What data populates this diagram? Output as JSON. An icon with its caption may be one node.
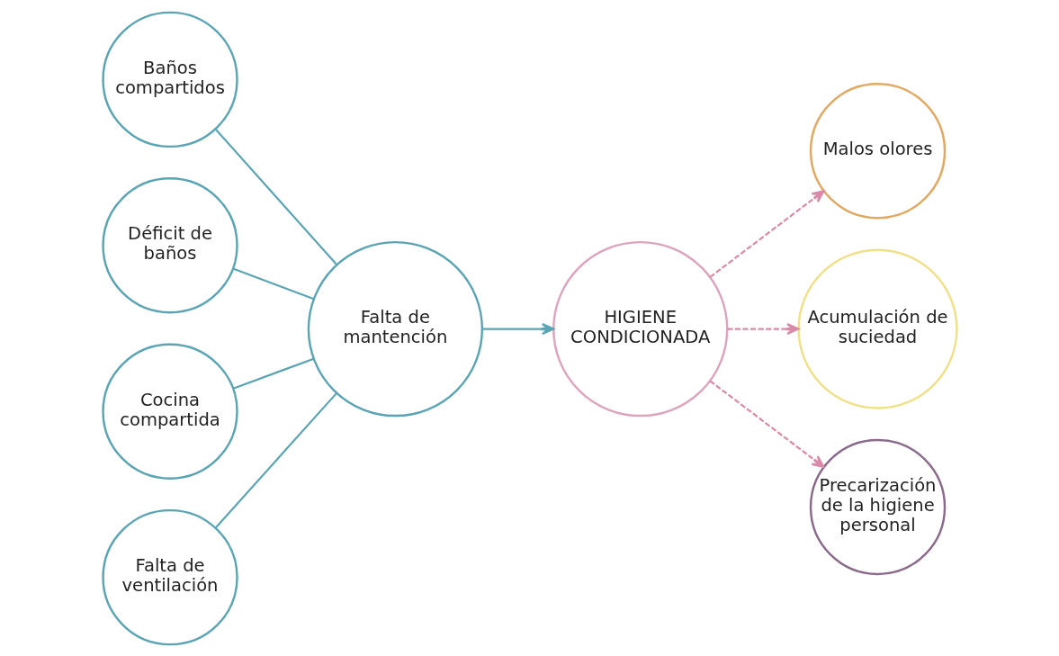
{
  "diagram": {
    "nodes": [
      {
        "text": [
          "Baños compartidos"
        ]
      },
      {
        "text": [
          "Déficit de baños"
        ]
      },
      {
        "text": [
          "Falta de mantención"
        ]
      },
      {
        "text": [
          "Cocina compartida"
        ]
      },
      {
        "text": [
          "Falta de ventilación"
        ]
      },
      {
        "text": [
          "HIGIENE CONDICIONADA"
        ]
      },
      {
        "text": [
          "Malos olores"
        ]
      },
      {
        "text": [
          "Acumulación de suciedad"
        ]
      },
      {
        "text": [
          "Precarización de la higiene personal"
        ]
      }
    ],
    "edges": [
      {
        "from": 0,
        "to": 2,
        "arrow": "none"
      },
      {
        "from": 1,
        "to": 2,
        "arrow": "none"
      },
      {
        "from": 3,
        "to": 2,
        "arrow": "none"
      },
      {
        "from": 4,
        "to": 2,
        "arrow": "none"
      },
      {
        "from": 2,
        "to": 5,
        "arrow": "to"
      },
      {
        "from": 5,
        "to": 6,
        "arrow": "to",
        "style": "dashed",
        "color": "#d98aa8"
      },
      {
        "from": 5,
        "to": 7,
        "arrow": "to",
        "style": "dashed",
        "color": "#d98aa8"
      },
      {
        "from": 5,
        "to": 8,
        "arrow": "to",
        "style": "dashed",
        "color": "#d98aa8"
      }
    ]
  }
}
